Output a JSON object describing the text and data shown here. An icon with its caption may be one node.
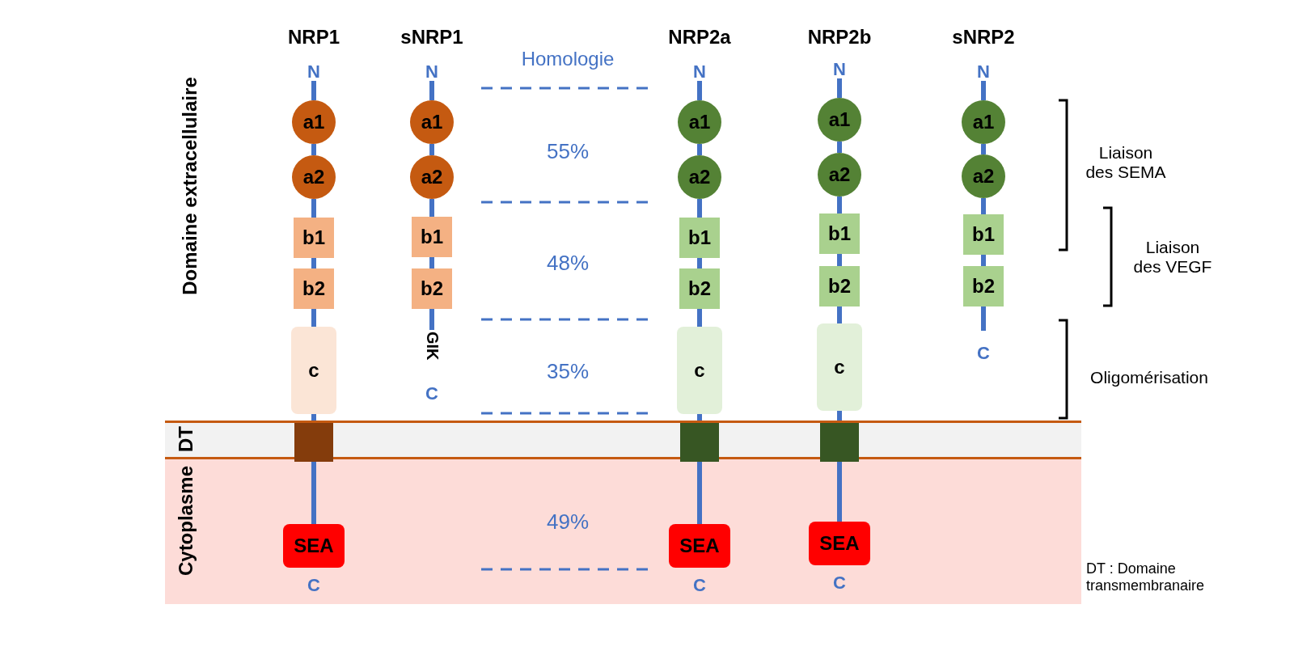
{
  "diagram": {
    "nodes": [
      {
        "text": [
          "DT"
        ]
      },
      {
        "text": [
          "Cytoplasme"
        ]
      },
      {
        "text": [
          "a1"
        ]
      },
      {
        "text": [
          "a2"
        ]
      },
      {
        "text": [
          "b1"
        ]
      },
      {
        "text": [
          "b2"
        ]
      },
      {
        "text": [
          "c"
        ]
      },
      {
        "text": [],
        "shape": "box",
        "in": 0
      },
      {
        "text": [
          "SEA"
        ],
        "in": 1,
        "beside": [
          "C"
        ]
      },
      {
        "text": [
          "a1"
        ]
      },
      {
        "text": [
          "a2"
        ]
      },
      {
        "text": [
          "b1"
        ]
      },
      {
        "text": [
          "b2"
        ]
      },
      {
        "text": [
          "a1"
        ]
      },
      {
        "text": [
          "a2"
        ]
      },
      {
        "text": [
          "b1"
        ]
      },
      {
        "text": [
          "b2"
        ]
      },
      {
        "text": [
          "c"
        ]
      },
      {
        "text": [],
        "shape": "box",
        "in": 0
      },
      {
        "text": [
          "SEA"
        ],
        "in": 1,
        "beside": [
          "C"
        ]
      },
      {
        "text": [
          "a1"
        ]
      },
      {
        "text": [
          "a2"
        ]
      },
      {
        "text": [
          "b1"
        ]
      },
      {
        "text": [
          "b2"
        ]
      },
      {
        "text": [
          "c"
        ]
      },
      {
        "text": [],
        "shape": "box",
        "in": 0
      },
      {
        "text": [
          "SEA"
        ],
        "in": 1,
        "beside": [
          "C"
        ]
      },
      {
        "text": [
          "a1"
        ]
      },
      {
        "text": [
          "a2"
        ]
      },
      {
        "text": [
          "b1"
        ]
      },
      {
        "text": [
          "b2"
        ]
      },
      {
        "text": [
          "N"
        ]
      },
      {
        "text": [
          "N"
        ]
      },
      {
        "text": [
          "N"
        ]
      },
      {
        "text": [
          "N"
        ]
      },
      {
        "text": [
          "N"
        ]
      },
      {
        "text": [
          "GIK"
        ]
      }
    ],
    "edges": [
      {
        "from": 31,
        "to": 2,
        "arrow": "none"
      },
      {
        "from": 2,
        "to": 3,
        "arrow": "none"
      },
      {
        "from": 3,
        "to": 4,
        "arrow": "none"
      },
      {
        "from": 4,
        "to": 5,
        "arrow": "none"
      },
      {
        "from": 5,
        "to": 6,
        "arrow": "none"
      },
      {
        "from": 6,
        "to": 7,
        "arrow": "none"
      },
      {
        "from": 7,
        "to": 8,
        "arrow": "none"
      },
      {
        "from": 32,
        "to": 9,
        "arrow": "none"
      },
      {
        "from": 9,
        "to": 10,
        "arrow": "none"
      },
      {
        "from": 10,
        "to": 11,
        "arrow": "none"
      },
      {
        "from": 11,
        "to": 12,
        "arrow": "none"
      },
      {
        "from": 12,
        "to": 36,
        "arrow": "none"
      },
      {
        "from": 33,
        "to": 13,
        "arrow": "none"
      },
      {
        "from": 13,
        "to": 14,
        "arrow": "none"
      },
      {
        "from": 14,
        "to": 15,
        "arrow": "none"
      },
      {
        "from": 15,
        "to": 16,
        "arrow": "none"
      },
      {
        "from": 16,
        "to": 17,
        "arrow": "none"
      },
      {
        "from": 17,
        "to": 18,
        "arrow": "none"
      },
      {
        "from": 18,
        "to": 19,
        "arrow": "none"
      },
      {
        "from": 34,
        "to": 20,
        "arrow": "none"
      },
      {
        "from": 20,
        "to": 21,
        "arrow": "none"
      },
      {
        "from": 21,
        "to": 22,
        "arrow": "none"
      },
      {
        "from": 22,
        "to": 23,
        "arrow": "none"
      },
      {
        "from": 23,
        "to": 24,
        "arrow": "none"
      },
      {
        "from": 24,
        "to": 25,
        "arrow": "none"
      },
      {
        "from": 25,
        "to": 26,
        "arrow": "none"
      },
      {
        "from": 35,
        "to": 27,
        "arrow": "none"
      },
      {
        "from": 27,
        "to": 28,
        "arrow": "none"
      },
      {
        "from": 28,
        "to": 29,
        "arrow": "none"
      },
      {
        "from": 29,
        "to": 30,
        "arrow": "none"
      },
      {
        "from": 30,
        "to": null,
        "arrow": "none"
      }
    ],
    "labels": [
      "NRP1",
      "sNRP1",
      "NRP2a",
      "NRP2b",
      "sNRP2",
      "Homologie",
      "Domaine extracellulaire",
      "55%",
      "Liaison des SEMA",
      "48%",
      "Liaison des VEGF",
      "C",
      "35%",
      "Oligomérisation",
      "C",
      "49%",
      "DT : Domaine transmembranaire"
    ]
  }
}
